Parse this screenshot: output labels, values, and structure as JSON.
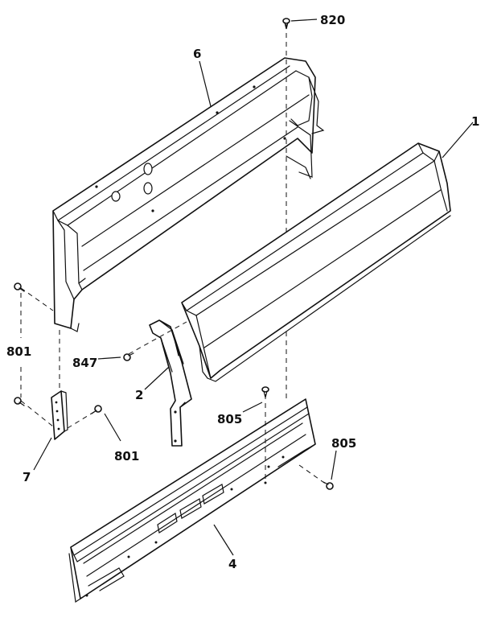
{
  "callouts": {
    "c820": "820",
    "c6": "6",
    "c1": "1",
    "c801_left": "801",
    "c847": "847",
    "c2": "2",
    "c805_mid": "805",
    "c805_right": "805",
    "c801_bottom": "801",
    "c7": "7",
    "c4": "4"
  },
  "icons": [
    "screw-icon"
  ],
  "colors": {
    "line": "#111111",
    "background": "#ffffff"
  }
}
